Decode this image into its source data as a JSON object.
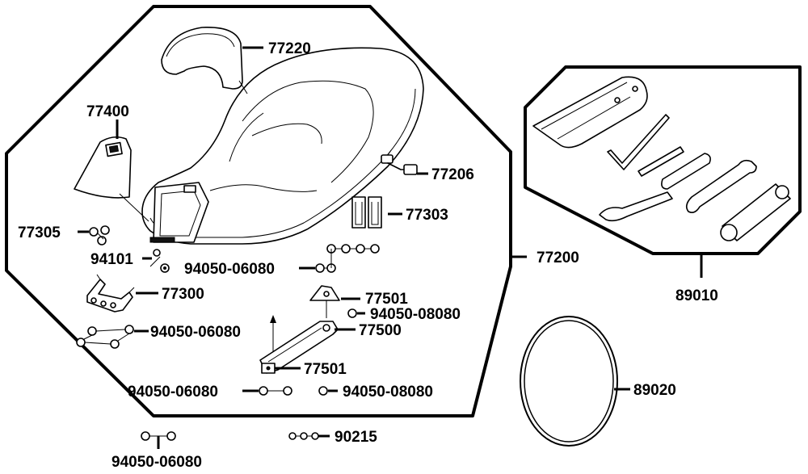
{
  "labels": {
    "seat_backrest": "77220",
    "cover": "77400",
    "bracket_small": "77206",
    "clips": "77303",
    "screw": "77305",
    "bolt": "94101",
    "nut_a": "94050-06080",
    "seat_assembly": "77200",
    "bracket_plate": "77300",
    "hinge_top": "77501",
    "nut_b": "94050-08080",
    "nut_c": "94050-06080",
    "hinge_arm": "77500",
    "hinge_bottom": "77501",
    "nut_d": "94050-06080",
    "nut_e": "94050-08080",
    "nut_f": "94050-06080",
    "washer": "90215",
    "tool_kit": "89010",
    "o_ring": "89020"
  }
}
